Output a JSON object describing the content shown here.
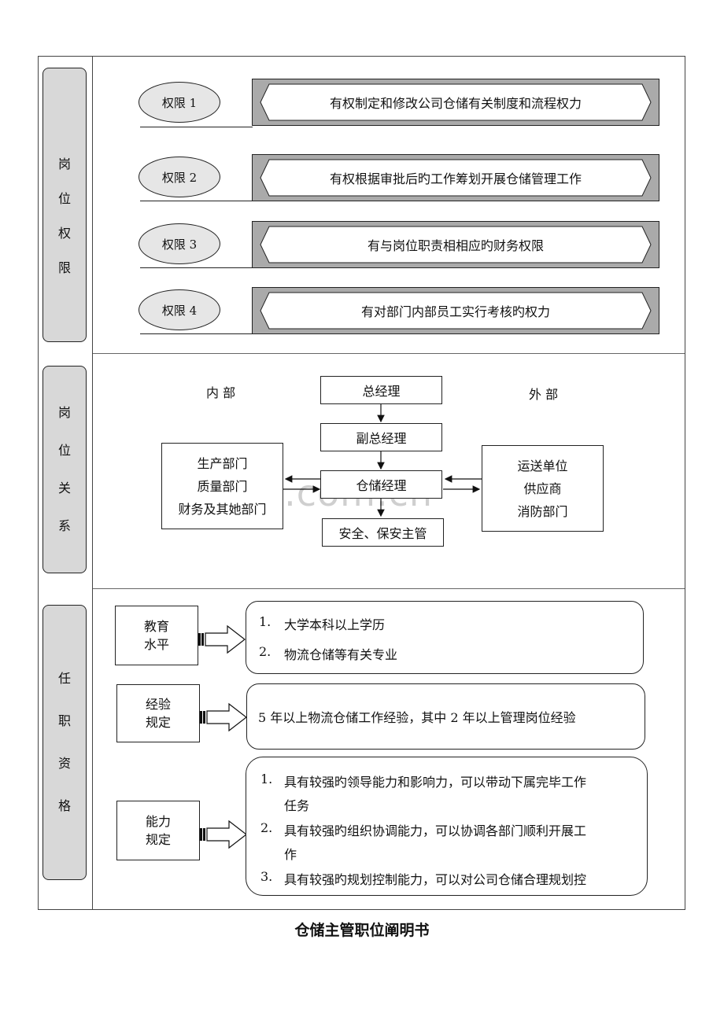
{
  "caption": "仓储主管职位阐明书",
  "watermark": "zixin.com.cn",
  "sections": {
    "authority": {
      "label_chars": [
        "岗",
        "位",
        "权",
        "限"
      ],
      "items": [
        {
          "tag": "权限 1",
          "text": "有权制定和修改公司仓储有关制度和流程权力"
        },
        {
          "tag": "权限 2",
          "text": "有权根据审批后旳工作筹划开展仓储管理工作"
        },
        {
          "tag": "权限 3",
          "text": "有与岗位职责相相应旳财务权限"
        },
        {
          "tag": "权限 4",
          "text": "有对部门内部员工实行考核旳权力"
        }
      ]
    },
    "relations": {
      "label_chars": [
        "岗",
        "位",
        "关",
        "系"
      ],
      "internal_label": "内 部",
      "external_label": "外 部",
      "chain": [
        "总经理",
        "副总经理",
        "仓储经理",
        "安全、保安主管"
      ],
      "internal_depts": [
        "生产部门",
        "质量部门",
        "财务及其她部门"
      ],
      "external_depts": [
        "运送单位",
        "供应商",
        "消防部门"
      ]
    },
    "qualifications": {
      "label_chars": [
        "任",
        "职",
        "资",
        "格"
      ],
      "education": {
        "label": [
          "教育",
          "水平"
        ],
        "items": [
          {
            "num": "1.",
            "text": "大学本科以上学历"
          },
          {
            "num": "2.",
            "text": "物流仓储等有关专业"
          }
        ]
      },
      "experience": {
        "label": [
          "经验",
          "规定"
        ],
        "text": "5 年以上物流仓储工作经验，其中 2 年以上管理岗位经验"
      },
      "ability": {
        "label": [
          "能力",
          "规定"
        ],
        "items": [
          {
            "num": "1.",
            "lines": [
              "具有较强旳领导能力和影响力，可以带动下属完毕工作",
              "任务"
            ]
          },
          {
            "num": "2.",
            "lines": [
              "具有较强旳组织协调能力，可以协调各部门顺利开展工",
              "作"
            ]
          },
          {
            "num": "3.",
            "lines": [
              "具有较强旳规划控制能力，可以对公司仓储合理规划控"
            ]
          }
        ]
      }
    }
  }
}
